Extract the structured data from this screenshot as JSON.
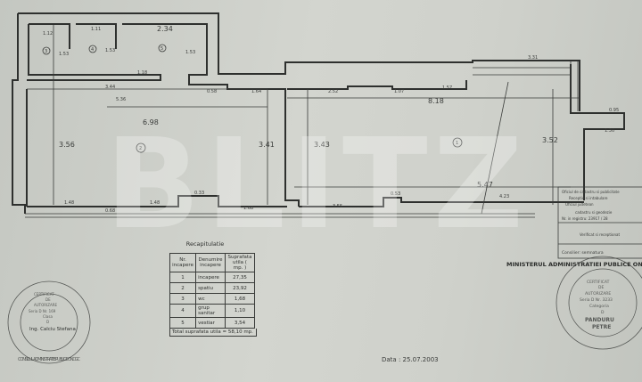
{
  "watermark": "BLITZ",
  "date": "Data : 25.07.2003",
  "rooms": {
    "r1": "1",
    "r2": "2",
    "r3": "3",
    "r4": "4",
    "r5": "5"
  },
  "dimensions": {
    "room3_width": "1.12",
    "room3_height": "1.53",
    "room4_width": "1.11",
    "room4_height": "1.53",
    "room5_width": "2.34",
    "room5_height": "1.53",
    "corridor_len": "3.44",
    "corridor_seg": "1.18",
    "room2_inner": "5.36",
    "room2_width": "6.98",
    "room2_height": "3.56",
    "room2_height_right": "3.41",
    "room1_width": "8.18",
    "room1_height": "3.43",
    "room1_height_right": "3.52",
    "room1_lower": "5.47",
    "room1_top_a": "2.52",
    "room1_top_b": "1.07",
    "room1_top_c": "1.57",
    "top_ext": "3.31",
    "ledge_a": "0.95",
    "ledge_b": "1.30",
    "bottom_a": "1.48",
    "bottom_b": "0.68",
    "bottom_c": "1.48",
    "bottom_d": "0.33",
    "bottom_e": "1.68",
    "bottom_f": "3.55",
    "bottom_g": "0.53",
    "bottom_h": "4.23",
    "misc_a": "0.58",
    "misc_b": "1.64"
  },
  "recap": {
    "title": "Recapitulatie",
    "headers": [
      "Nr. incapere",
      "Denumire incapere",
      "Suprafata utila ( mp. )"
    ],
    "rows": [
      [
        "1",
        "incapere",
        "27,35"
      ],
      [
        "2",
        "spatiu",
        "23,92"
      ],
      [
        "3",
        "wc",
        "1,68"
      ],
      [
        "4",
        "grup sanitar",
        "1,10"
      ],
      [
        "5",
        "vestiar",
        "3,54"
      ]
    ],
    "total": "Total suprafata utila   = 58,10 mp."
  },
  "stamp_left": {
    "ring": "CONSILIUL ADMINISTRATIEI PUBLICE ONCGC",
    "lines": [
      "CERTIFICAT",
      "DE",
      "AUTORIZARE",
      "Seria D Nr. 169",
      "Clasa",
      "D"
    ],
    "signature": "Ing. Calciu Stefana"
  },
  "stamp_right": {
    "ring": "MINISTERUL ADMINISTRATIEI PUBLICE ONCGC",
    "lines": [
      "CERTIFICAT",
      "DE",
      "AUTORIZARE",
      "Seria D Nr. 3233",
      "Categoria",
      "D",
      "PANDURU",
      "PETRE"
    ]
  },
  "office_box": {
    "lines": [
      "Oficiul de cadastru si publicitate",
      "Receptie si intabulare",
      "Oficiul judetean",
      "cadastru si geodezie",
      "Nr. in registru: 23917 / 28",
      "Verificat si receptionat",
      "Consilier: semnatura"
    ]
  }
}
